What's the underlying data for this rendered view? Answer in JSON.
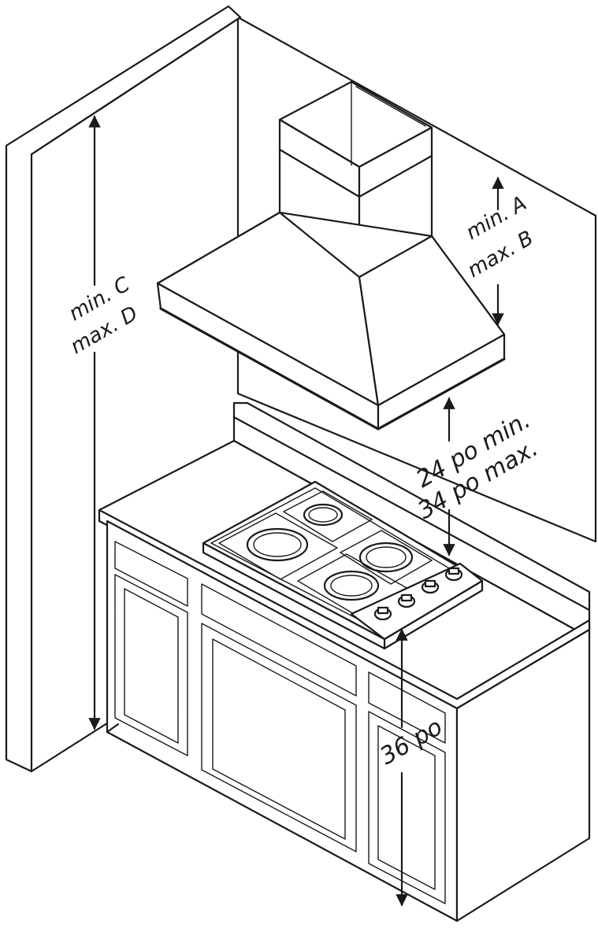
{
  "labels": {
    "chimney_min": "min.  A",
    "chimney_max": "max. B",
    "ceiling_min": "min.  C",
    "ceiling_max": "max. D",
    "clearance_min": "24 po min.",
    "clearance_max": "34 po max.",
    "counter_height": "36 po"
  }
}
